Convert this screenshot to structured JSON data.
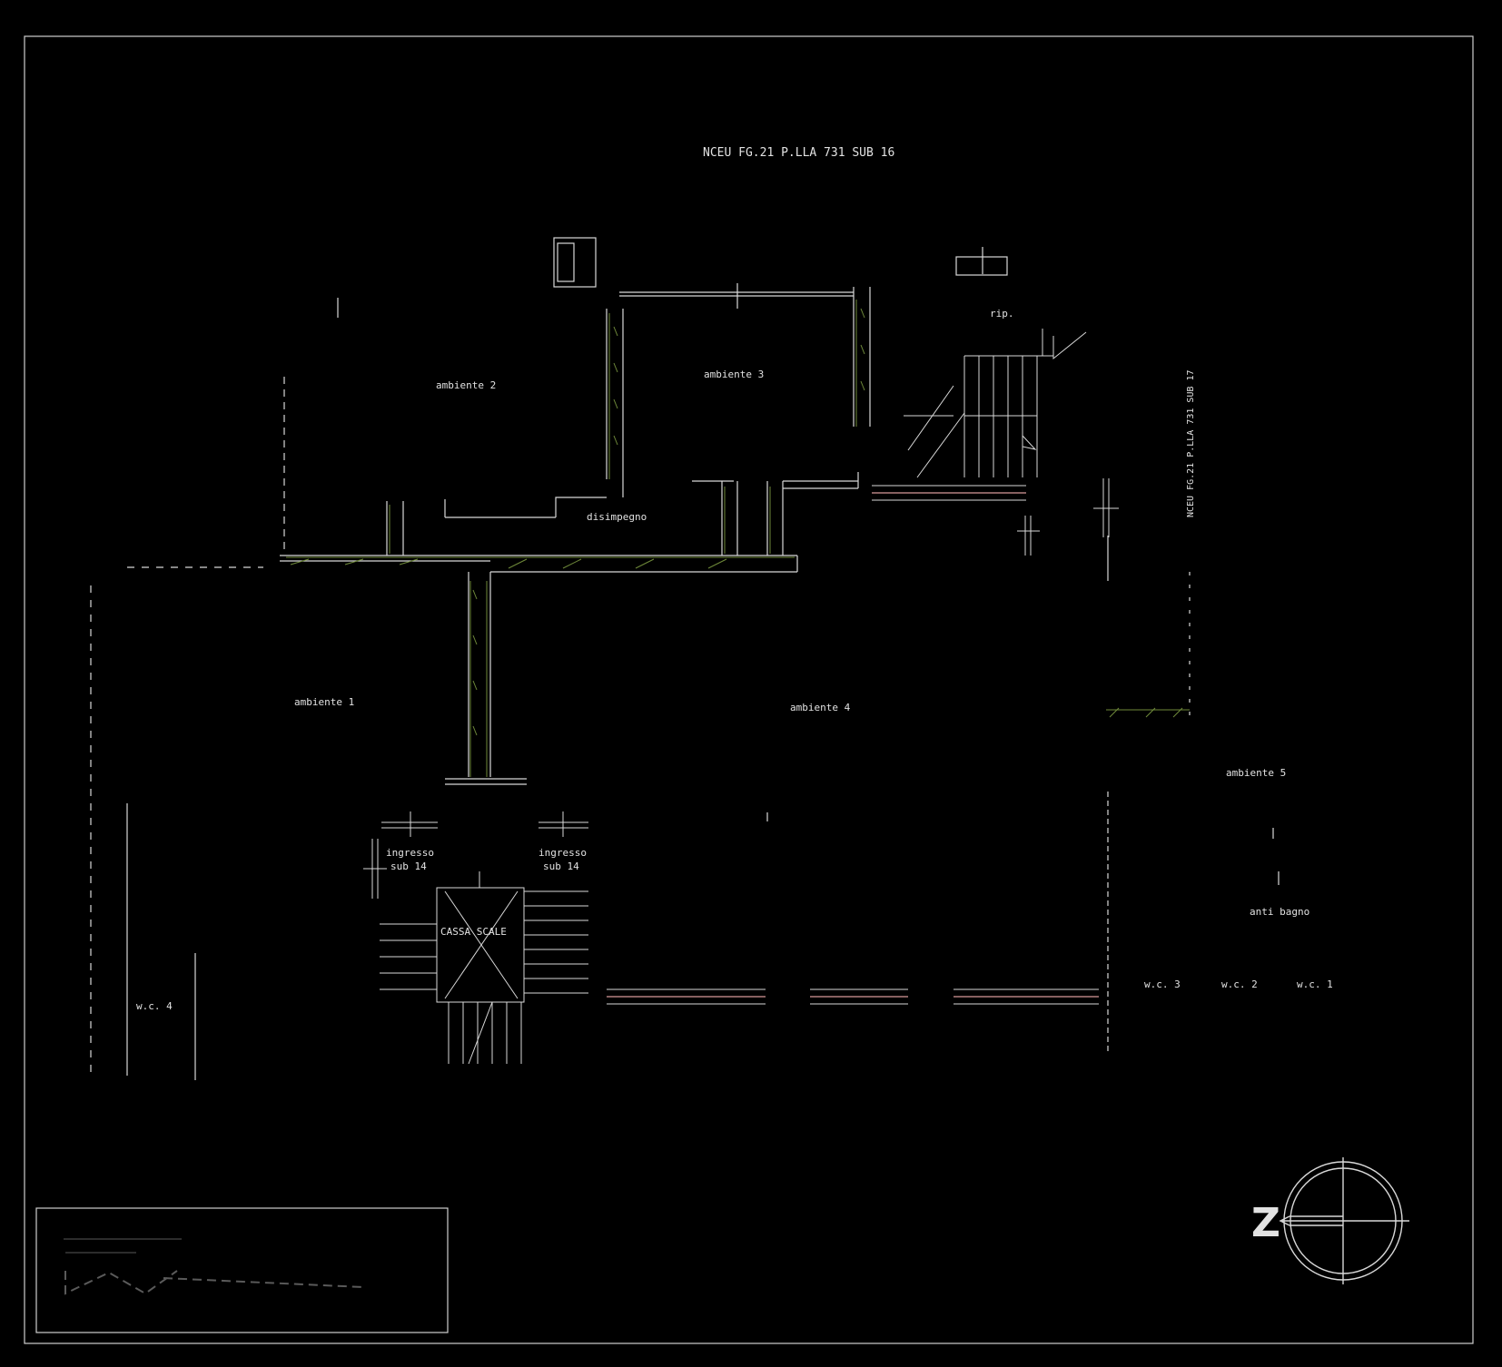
{
  "plan": {
    "neighbor_top": "NCEU FG.21 P.LLA 731 SUB 16",
    "neighbor_right": "NCEU FG.21 P.LLA 731 SUB 17",
    "rooms": {
      "ambiente1": "ambiente 1",
      "ambiente2": "ambiente 2",
      "ambiente3": "ambiente 3",
      "ambiente4": "ambiente 4",
      "ambiente5": "ambiente 5",
      "disimpegno": "disimpegno",
      "rip": "rip.",
      "antibagno": "anti bagno",
      "wc1": "w.c. 1",
      "wc2": "w.c. 2",
      "wc3": "w.c. 3",
      "wc4": "w.c. 4",
      "cassa_scale": "CASSA SCALE"
    },
    "entrances": {
      "left_line1": "ingresso",
      "left_line2": "sub 14",
      "right_line1": "ingresso",
      "right_line2": "sub 14"
    },
    "north_letter": "Z"
  },
  "colors": {
    "background": "#000000",
    "lines": "#d8d8d8",
    "hatch": "#6f8a3a",
    "dim": "#8a8a8a"
  }
}
